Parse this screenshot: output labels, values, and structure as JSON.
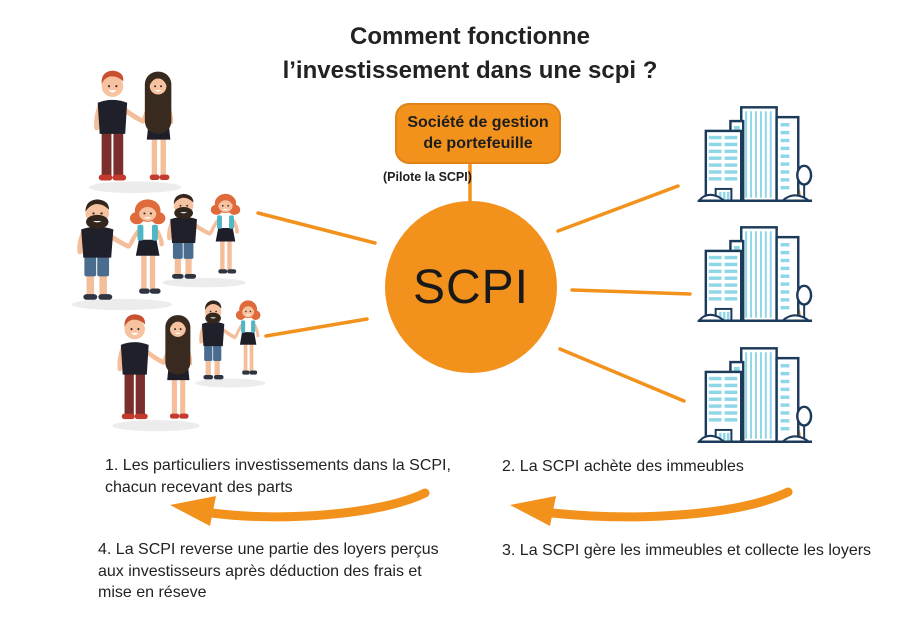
{
  "title": {
    "text": "Comment fonctionne\nl’investissement dans une scpi ?"
  },
  "management": {
    "box_label": "Société de gestion\nde portefeuille",
    "note": "(Pilote la SCPI)"
  },
  "scpi": {
    "label": "SCPI"
  },
  "steps": {
    "s1": "1. Les particuliers investissements dans la SCPI,\nchacun recevant des parts",
    "s2": "2. La SCPI achète des immeubles",
    "s3": "3. La SCPI gère les immeubles et collecte les loyers",
    "s4": "4. La SCPI reverse une partie des loyers perçus\naux investisseurs après déduction des frais et\nmise en réseve"
  },
  "colors": {
    "accent_orange": "#F2921D",
    "outline_navy": "#1C3B5A",
    "window_teal": "#8FD6E8",
    "text_dark": "#232323"
  },
  "figures": {
    "investor_groups": 5,
    "buildings": 3
  }
}
